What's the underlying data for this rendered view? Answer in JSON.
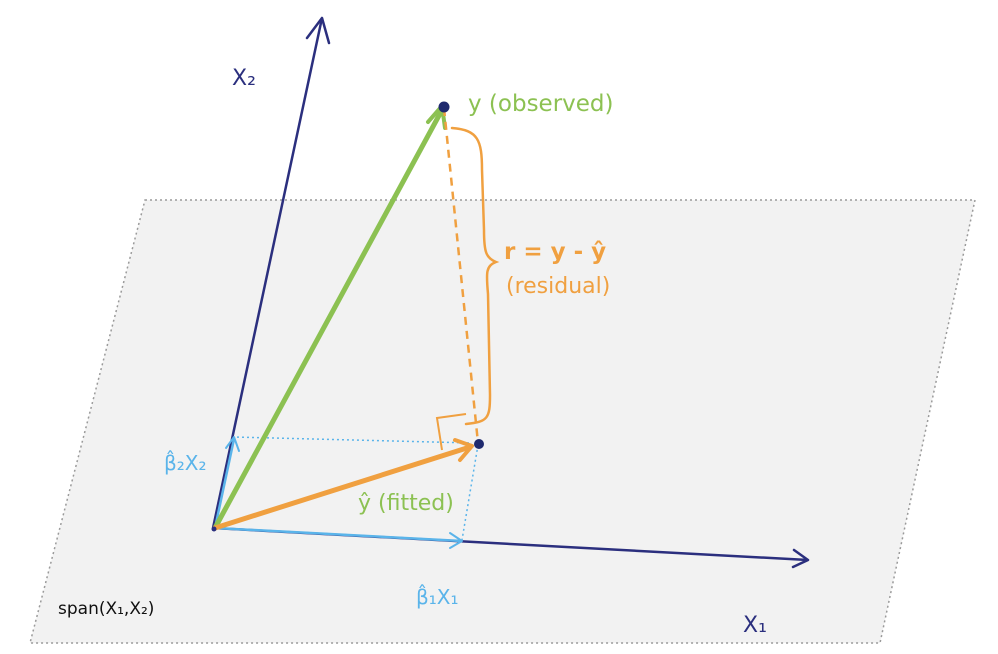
{
  "labels": {
    "x2_axis": "X₂",
    "x1_axis": "X₁",
    "observed": "y (observed)",
    "residual_eq": "r = y - ŷ",
    "residual_word": "(residual)",
    "fitted": "ŷ (fitted)",
    "beta2x2": "β̂₂X₂",
    "beta1x1": "β̂₁X₁",
    "span": "span(X₁,X₂)"
  },
  "colors": {
    "axis": "#2b2f7e",
    "observed": "#8cc152",
    "fitted": "#f0a040",
    "residual": "#f0a040",
    "projection": "#5ab4ea",
    "plane_fill": "#f2f2f2",
    "plane_border": "#9a9a9a",
    "point": "#1f2a6e"
  }
}
